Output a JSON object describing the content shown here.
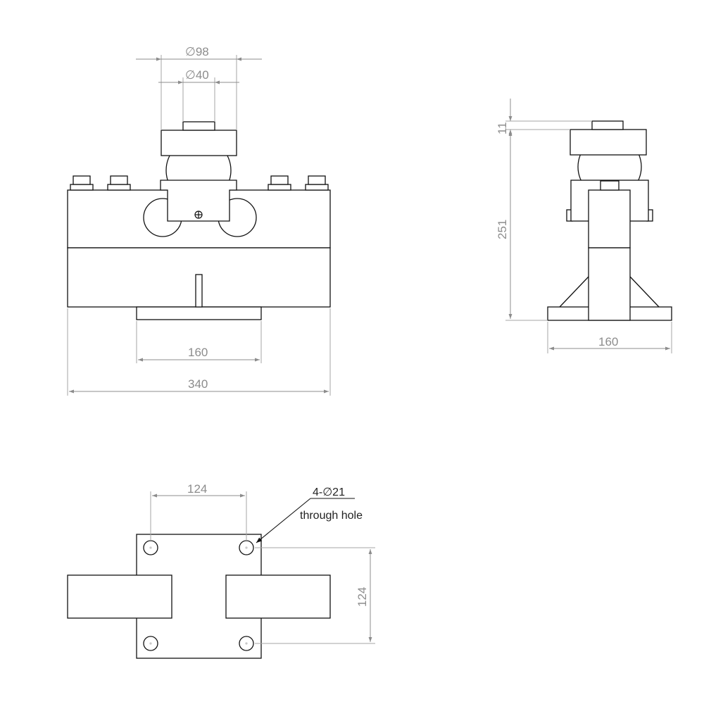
{
  "front_view": {
    "dim_top_outer": "98",
    "dim_top_inner": "40",
    "dim_base": "160",
    "dim_overall": "340",
    "diameter_symbol": "∅"
  },
  "side_view": {
    "dim_cap": "11",
    "dim_height": "251",
    "dim_base": "160"
  },
  "bottom_view": {
    "dim_hole_spacing_x": "124",
    "dim_hole_spacing_y": "124",
    "hole_callout_count": "4-",
    "hole_callout_dia": "21",
    "hole_note": "through hole"
  },
  "colors": {
    "outline": "#111111",
    "dimension": "#8c8c8c"
  }
}
